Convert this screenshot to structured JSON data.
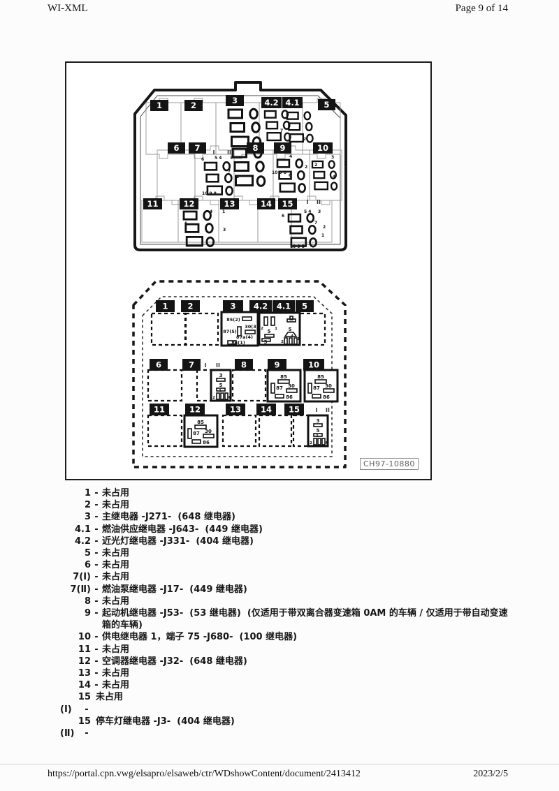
{
  "header": {
    "title": "WI-XML",
    "page": "Page 9 of 14"
  },
  "figure": {
    "id_label": "CH97-10880",
    "positions": [
      "1",
      "2",
      "3",
      "4.2",
      "4.1",
      "5",
      "6",
      "7",
      "8",
      "9",
      "10",
      "11",
      "12",
      "13",
      "14",
      "15"
    ],
    "section_marks": [
      "I",
      "II"
    ],
    "relay3_pins": [
      "85(2)",
      "87(5)",
      "87a(4)",
      "30(3)",
      "86(1)"
    ],
    "relay4_pins": [
      "2",
      "1",
      "5",
      "3",
      "5",
      "2",
      "4",
      "1"
    ],
    "std_pins": [
      "85",
      "87",
      "30",
      "86"
    ],
    "small_pins": [
      "3",
      "5",
      "2",
      "1",
      "4"
    ],
    "socket_nums": {
      "n6": "6",
      "n54": "5 4",
      "n3": "3",
      "n7": "7",
      "n2": "2",
      "n1": "1",
      "n4": "4",
      "n1098": "10 9 8"
    }
  },
  "legend": {
    "items": [
      {
        "num": "1",
        "sep": "-",
        "text": "未占用"
      },
      {
        "num": "2",
        "sep": "-",
        "text": "未占用"
      },
      {
        "num": "3",
        "sep": "-",
        "text": "主继电器 -J271-  (648 继电器)"
      },
      {
        "num": "4.1",
        "sep": "-",
        "text": "燃油供应继电器 -J643-  (449 继电器)"
      },
      {
        "num": "4.2",
        "sep": "-",
        "text": "近光灯继电器 -J331-  (404 继电器)"
      },
      {
        "num": "5",
        "sep": "-",
        "text": "未占用"
      },
      {
        "num": "6",
        "sep": "-",
        "text": "未占用"
      },
      {
        "num": "7(Ⅰ)",
        "sep": "-",
        "text": "未占用"
      },
      {
        "num": "7(Ⅱ)",
        "sep": "-",
        "text": "燃油泵继电器 -J17-  (449 继电器)"
      },
      {
        "num": "8",
        "sep": "-",
        "text": "未占用"
      },
      {
        "num": "9",
        "sep": "-",
        "text": "起动机继电器 -J53-  (53 继电器)  (仅适用于带双离合器变速箱 0AM 的车辆 / 仅适用于带自动变速箱的车辆)"
      },
      {
        "num": "10",
        "sep": "-",
        "text": "供电继电器 1，端子 75 -J680-  (100 继电器)"
      },
      {
        "num": "11",
        "sep": "-",
        "text": "未占用"
      },
      {
        "num": "12",
        "sep": "-",
        "text": "空调器继电器 -J32-  (648 继电器)"
      },
      {
        "num": "13",
        "sep": "-",
        "text": "未占用"
      },
      {
        "num": "14",
        "sep": "-",
        "text": "未占用"
      },
      {
        "num": "15",
        "sep": "",
        "text": "未占用"
      },
      {
        "num": "(Ⅰ)",
        "sep": "-",
        "text": ""
      },
      {
        "num": "15",
        "sep": "",
        "text": "停车灯继电器 -J3-  (404 继电器)"
      },
      {
        "num": "(Ⅱ)",
        "sep": "-",
        "text": ""
      }
    ]
  },
  "footer": {
    "url": "https://portal.cpn.vwg/elsapro/elsaweb/ctr/WDshowContent/document/2413412",
    "date": "2023/2/5"
  }
}
